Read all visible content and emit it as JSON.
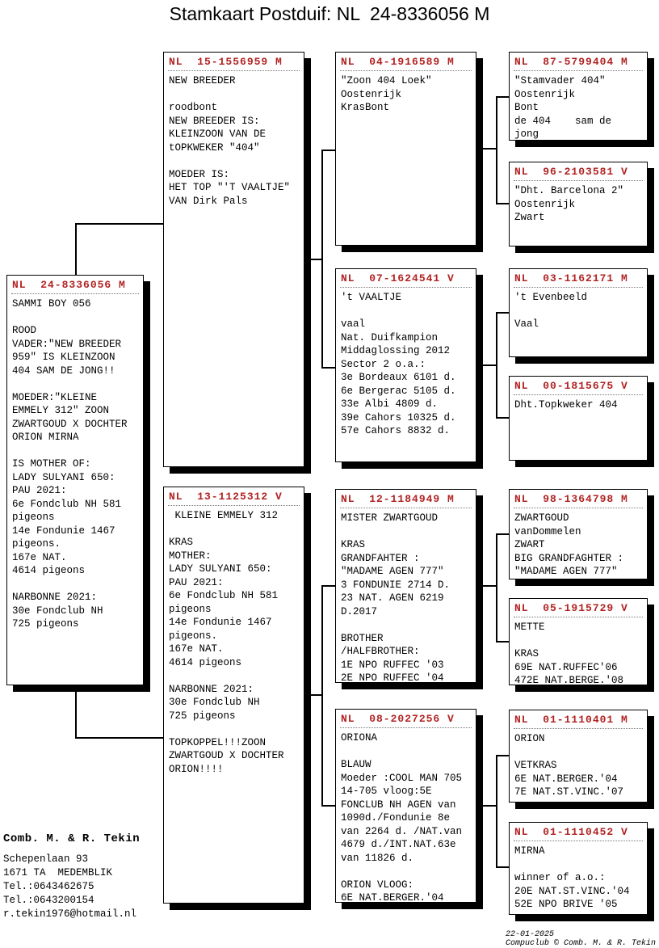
{
  "title": "Stamkaart Postduif: NL  24-8336056 M",
  "colors": {
    "ring_number_red": "#b22222",
    "box_border": "#000000",
    "box_shadow": "#000000",
    "background": "#ffffff"
  },
  "pedigree": {
    "subject": {
      "ring": "NL  24-8336056 M",
      "body": "SAMMI BOY 056\n\nROOD\nVADER:\"NEW BREEDER\n959\" IS KLEINZOON\n404 SAM DE JONG!!\n\nMOEDER:\"KLEINE\nEMMELY 312\" ZOON\nZWARTGOUD X DOCHTER\nORION MIRNA\n\nIS MOTHER OF:\nLADY SULYANI 650:\nPAU 2021:\n6e Fondclub NH 581\npigeons\n14e Fondunie 1467\npigeons.\n167e NAT.\n4614 pigeons\n\nNARBONNE 2021:\n30e Fondclub NH\n725 pigeons"
    },
    "father": {
      "ring": "NL  15-1556959 M",
      "body": "NEW BREEDER\n\nroodbont\nNEW BREEDER IS:\nKLEINZOON VAN DE\ntOPKWEKER \"404\"\n\nMOEDER IS:\nHET TOP \"'T VAALTJE\"\nVAN Dirk Pals"
    },
    "mother": {
      "ring": "NL  13-1125312 V",
      "body": " KLEINE EMMELY 312\n\nKRAS\nMOTHER:\nLADY SULYANI 650:\nPAU 2021:\n6e Fondclub NH 581\npigeons\n14e Fondunie 1467\npigeons.\n167e NAT.\n4614 pigeons\n\nNARBONNE 2021:\n30e Fondclub NH\n725 pigeons\n\nTOPKOPPEL!!!ZOON\nZWARTGOUD X DOCHTER\nORION!!!!"
    },
    "grandparents": [
      {
        "ring": "NL  04-1916589 M",
        "body": "\"Zoon 404 Loek\"\nOostenrijk\nKrasBont"
      },
      {
        "ring": "NL  07-1624541 V",
        "body": "'t VAALTJE\n\nvaal\nNat. Duifkampion\nMiddaglossing 2012\nSector 2 o.a.:\n3e Bordeaux 6101 d.\n6e Bergerac 5105 d.\n33e Albi 4809 d.\n39e Cahors 10325 d.\n57e Cahors 8832 d."
      },
      {
        "ring": "NL  12-1184949 M",
        "body": "MISTER ZWARTGOUD\n\nKRAS\nGRANDFAHTER :\n\"MADAME AGEN 777\"\n3 FONDUNIE 2714 D.\n23 NAT. AGEN 6219\nD.2017\n\nBROTHER\n/HALFBROTHER:\n1E NPO RUFFEC '03\n2E NPO RUFFEC '04"
      },
      {
        "ring": "NL  08-2027256 V",
        "body": "ORIONA\n\nBLAUW\nMoeder :COOL MAN 705\n14-705 vloog:5E\nFONCLUB NH AGEN van\n1090d./Fondunie 8e\nvan 2264 d. /NAT.van\n4679 d./INT.NAT.63e\nvan 11826 d.\n\nORION VLOOG:\n6E NAT.BERGER.'04"
      }
    ],
    "great_grandparents": [
      {
        "ring": "NL  87-5799404 M",
        "body": "\"Stamvader 404\"\nOostenrijk\nBont\nde 404    sam de\njong"
      },
      {
        "ring": "NL  96-2103581 V",
        "body": "\"Dht. Barcelona 2\"\nOostenrijk\nZwart"
      },
      {
        "ring": "NL  03-1162171 M",
        "body": "'t Evenbeeld\n\nVaal"
      },
      {
        "ring": "NL  00-1815675 V",
        "body": "Dht.Topkweker 404"
      },
      {
        "ring": "NL  98-1364798 M",
        "body": "ZWARTGOUD\nvanDommelen\nZWART\nBIG GRANDFAGHTER :\n\"MADAME AGEN 777\""
      },
      {
        "ring": "NL  05-1915729 V",
        "body": "METTE\n\nKRAS\n69E NAT.RUFFEC'06\n472E NAT.BERGE.'08"
      },
      {
        "ring": "NL  01-1110401 M",
        "body": "ORION\n\nVETKRAS\n6E NAT.BERGER.'04\n7E NAT.ST.VINC.'07"
      },
      {
        "ring": "NL  01-1110452 V",
        "body": "MIRNA\n\nwinner of a.o.:\n20E NAT.ST.VINC.'04\n52E NPO BRIVE '05"
      }
    ]
  },
  "contact": {
    "name": "Comb. M. & R. Tekin",
    "lines": [
      "Schepenlaan 93",
      "1671 TA  MEDEMBLIK",
      "Tel.:0643462675",
      "Tel.:0643200154",
      "r.tekin1976@hotmail.nl"
    ]
  },
  "footer": {
    "date": "22-01-2025",
    "credit": "Compuclub © Comb. M. & R. Tekin"
  }
}
